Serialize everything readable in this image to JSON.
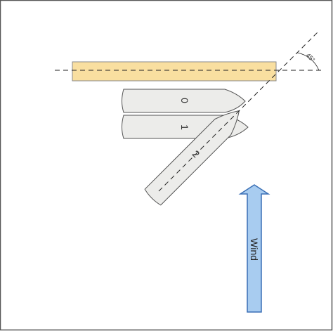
{
  "angle_label": "45°",
  "wind_label": "Wind",
  "boats": [
    {
      "id": "boat-0",
      "label": "0"
    },
    {
      "id": "boat-1",
      "label": "1"
    },
    {
      "id": "boat-2",
      "label": "2"
    }
  ],
  "colors": {
    "frame": "#555555",
    "dock_fill": "#f9dfa0",
    "dock_stroke": "#8a8a8a",
    "boat_fill": "#ececea",
    "boat_stroke": "#555555",
    "guide_line": "#222222",
    "wind_arrow_fill": "#a8ccf0",
    "wind_arrow_stroke": "#3a6fb5"
  }
}
